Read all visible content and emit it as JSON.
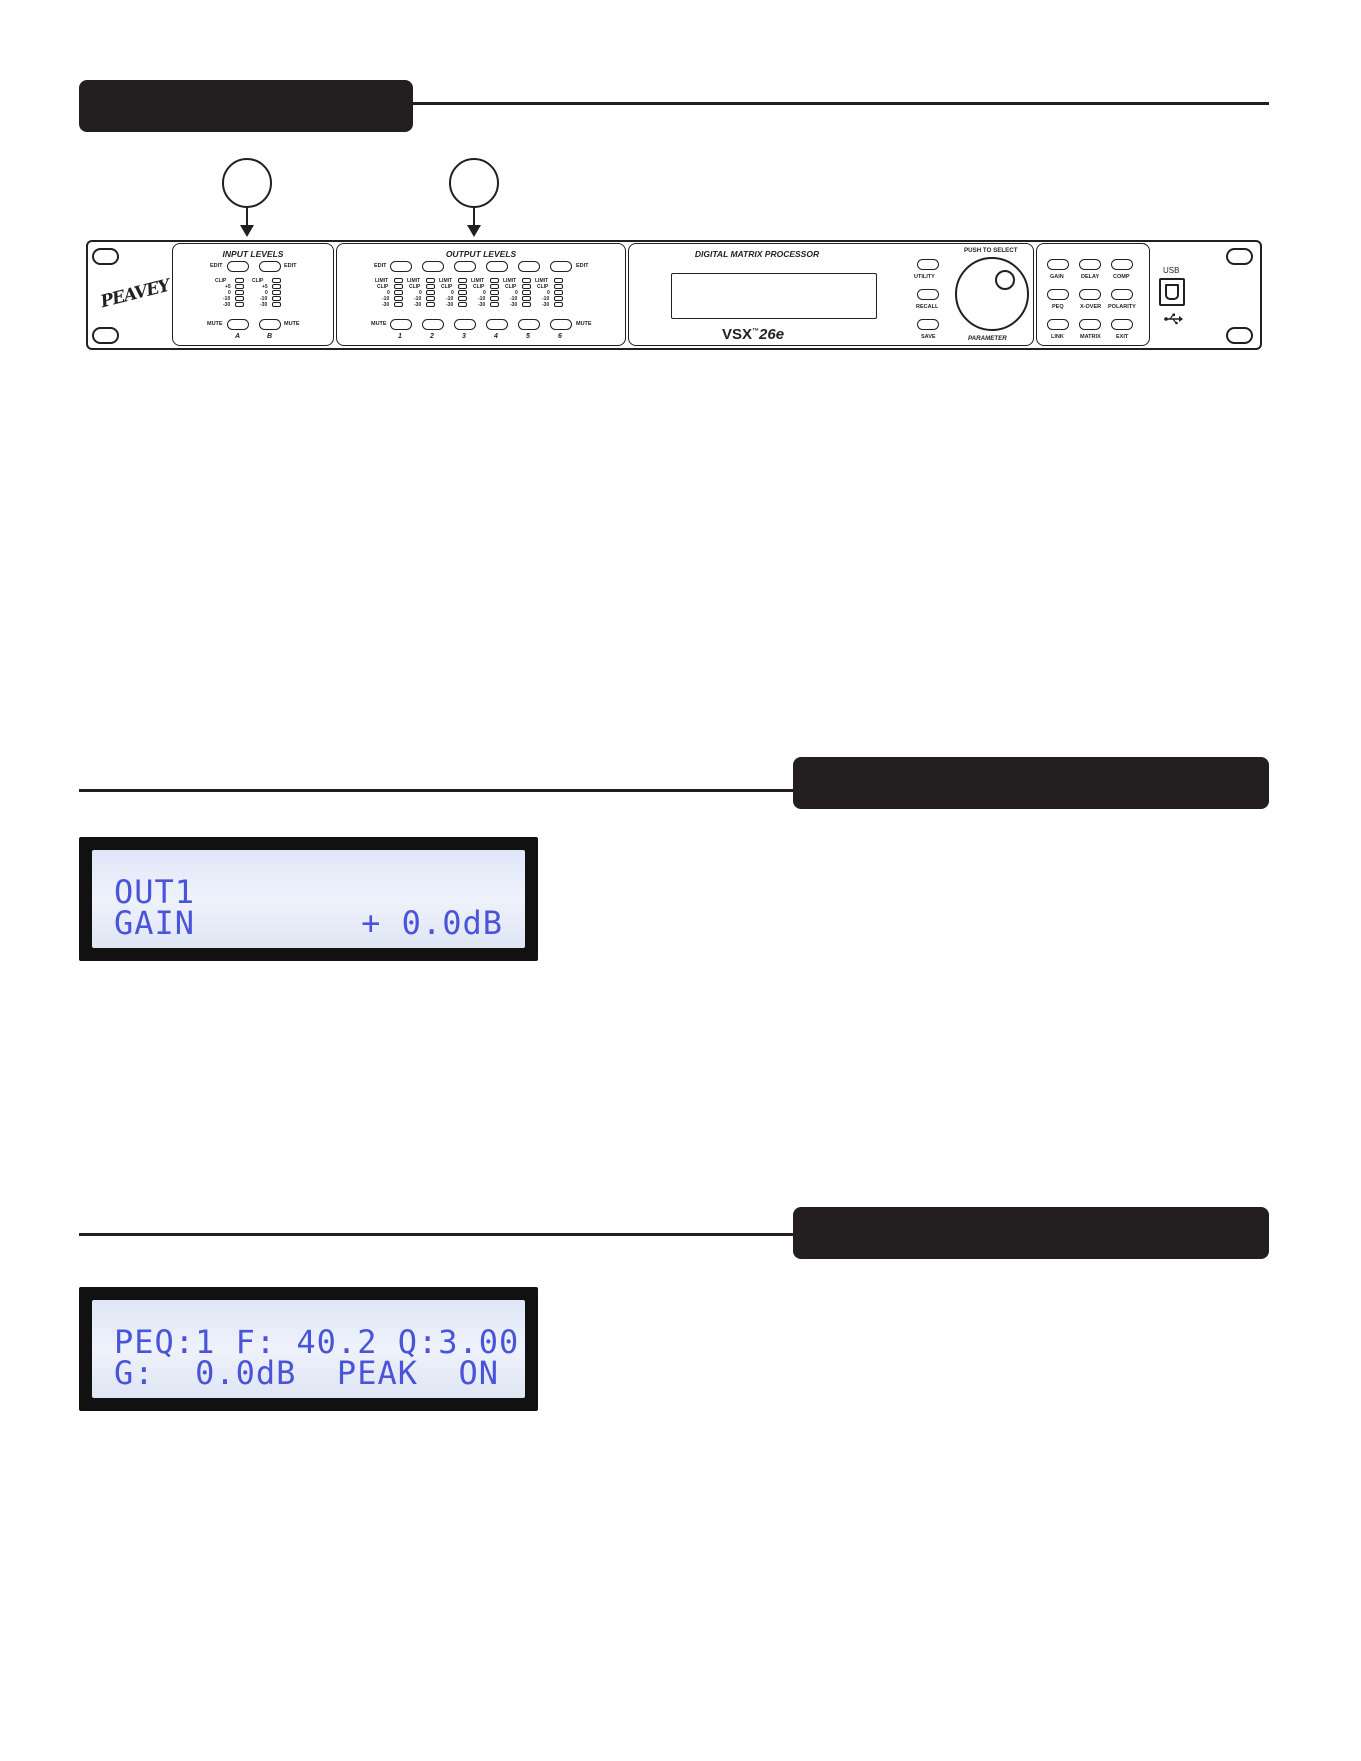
{
  "panel": {
    "brand": "PEAVEY",
    "inputs": {
      "title": "INPUT LEVELS",
      "edit_label": "EDIT",
      "mute_label": "MUTE",
      "channels": [
        "A",
        "B"
      ],
      "meter_labels": [
        "CLIP",
        "+5",
        "0",
        "-10",
        "-30"
      ]
    },
    "outputs": {
      "title": "OUTPUT LEVELS",
      "edit_label": "EDIT",
      "mute_label": "MUTE",
      "channels": [
        "1",
        "2",
        "3",
        "4",
        "5",
        "6"
      ],
      "meter_labels": [
        "LIMIT",
        "CLIP",
        "0",
        "-10",
        "-30"
      ]
    },
    "processor": {
      "title": "DIGITAL MATRIX PROCESSOR",
      "model": "VSX",
      "model_tm": "™",
      "model_num": "26e",
      "utility": "UTILITY",
      "recall": "RECALL",
      "save": "SAVE",
      "push_to_select": "PUSH TO SELECT",
      "parameter": "PARAMETER"
    },
    "functions": {
      "row1": [
        "GAIN",
        "DELAY",
        "COMP"
      ],
      "row2": [
        "PEQ",
        "X-OVER",
        "POLARITY"
      ],
      "row3": [
        "LINK",
        "MATRIX",
        "EXIT"
      ]
    },
    "usb": "USB"
  },
  "lcd1": {
    "line1": "OUT1",
    "line2_label": "GAIN",
    "line2_value": "+ 0.0dB"
  },
  "lcd2": {
    "line1": "PEQ:1 F: 40.2 Q:3.00",
    "line2": "G:  0.0dB  PEAK  ON"
  },
  "colors": {
    "ink": "#231f20",
    "lcd_text": "#4a54d8",
    "lcd_bg": "#e6ecf8"
  }
}
